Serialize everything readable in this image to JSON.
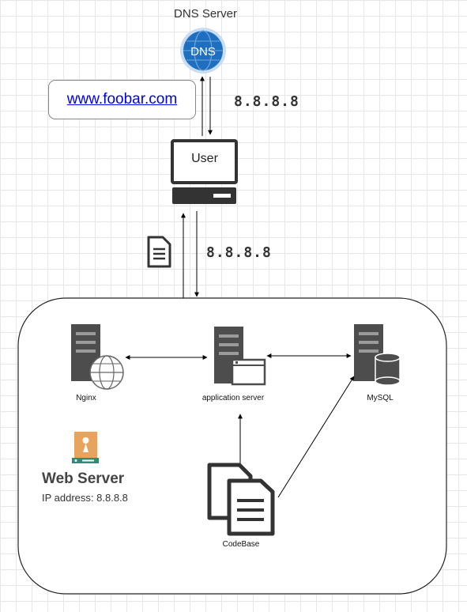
{
  "dns": {
    "title": "DNS Server",
    "icon_text": "DNS",
    "icon": "dns-globe-icon"
  },
  "url": {
    "text": "www.foobar.com"
  },
  "ip_top": "8.8.8.8",
  "ip_mid": "8.8.8.8",
  "user": {
    "label": "User",
    "icon": "computer-icon"
  },
  "request_icon": "document-icon",
  "servers": {
    "nginx": {
      "label": "Nginx",
      "icon": "server-globe-icon"
    },
    "app": {
      "label": "application server",
      "icon": "server-window-icon"
    },
    "mysql": {
      "label": "MySQL",
      "icon": "server-database-icon"
    }
  },
  "codebase": {
    "label": "CodeBase",
    "icon": "files-icon"
  },
  "web_server": {
    "title": "Web Server",
    "ip": "IP address: 8.8.8.8",
    "icon": "web-server-icon"
  },
  "colors": {
    "dns_blue": "#1f6fc0",
    "icon_dark": "#333333",
    "server_gray": "#666666",
    "badge_orange": "#e8a35c",
    "badge_green": "#2e8b7a"
  }
}
